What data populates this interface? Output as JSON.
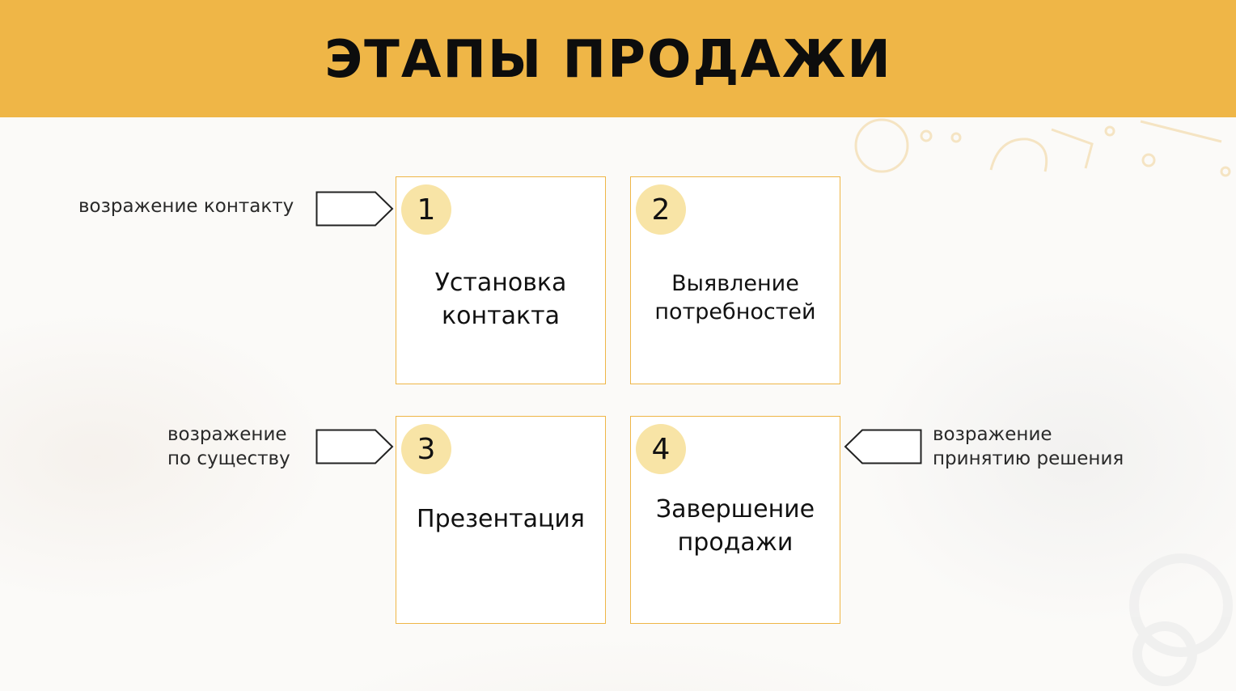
{
  "title": "ЭТАПЫ ПРОДАЖИ",
  "colors": {
    "header": "#efb647",
    "card_border": "#efb647",
    "badge": "#f8e4a6"
  },
  "steps": [
    {
      "number": "1",
      "label": "Установка\nконтакта"
    },
    {
      "number": "2",
      "label": "Выявление\nпотребностей"
    },
    {
      "number": "3",
      "label": "Презентация"
    },
    {
      "number": "4",
      "label": "Завершение\nпродажи"
    }
  ],
  "objections": [
    {
      "text": "возражение контакту",
      "target_step": "1"
    },
    {
      "text": "возражение\nпо существу",
      "target_step": "3"
    },
    {
      "text": "возражение\nпринятию решения",
      "target_step": "4"
    }
  ]
}
